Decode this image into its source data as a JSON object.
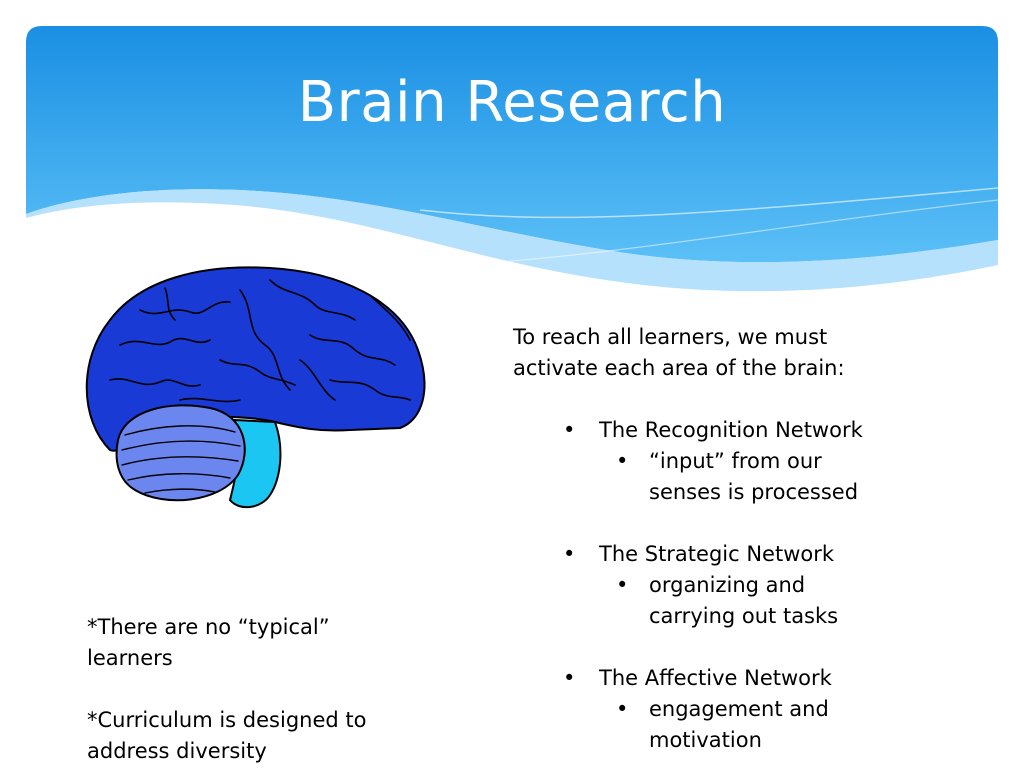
{
  "slide": {
    "title": "Brain Research",
    "intro_line1": "To reach all learners, we must",
    "intro_line2": "activate each area of the brain:",
    "bullet_glyph": "•",
    "networks": [
      {
        "title": "The Recognition Network",
        "detail_line1": "“input” from our",
        "detail_line2": "senses is processed"
      },
      {
        "title": "The Strategic Network",
        "detail_line1": "organizing and",
        "detail_line2": "carrying out tasks"
      },
      {
        "title": "The Affective Network",
        "detail_line1": "engagement and",
        "detail_line2": "motivation"
      }
    ],
    "notes": [
      {
        "line1": "*There are no “typical”",
        "line2": "learners"
      },
      {
        "line1": "*Curriculum is designed to",
        "line2": "address diversity"
      }
    ],
    "icons": {
      "brain": "brain-illustration-icon",
      "bullet": "bullet-dot-icon"
    },
    "colors": {
      "header_top": "#1a8fe3",
      "header_bottom": "#5cc0f7",
      "wave_light": "#a9dcfb",
      "cerebrum": "#1a3ad6",
      "cerebellum": "#6b86ef",
      "brainstem": "#1cc6f3",
      "text": "#000000",
      "title_text": "#ffffff"
    }
  }
}
